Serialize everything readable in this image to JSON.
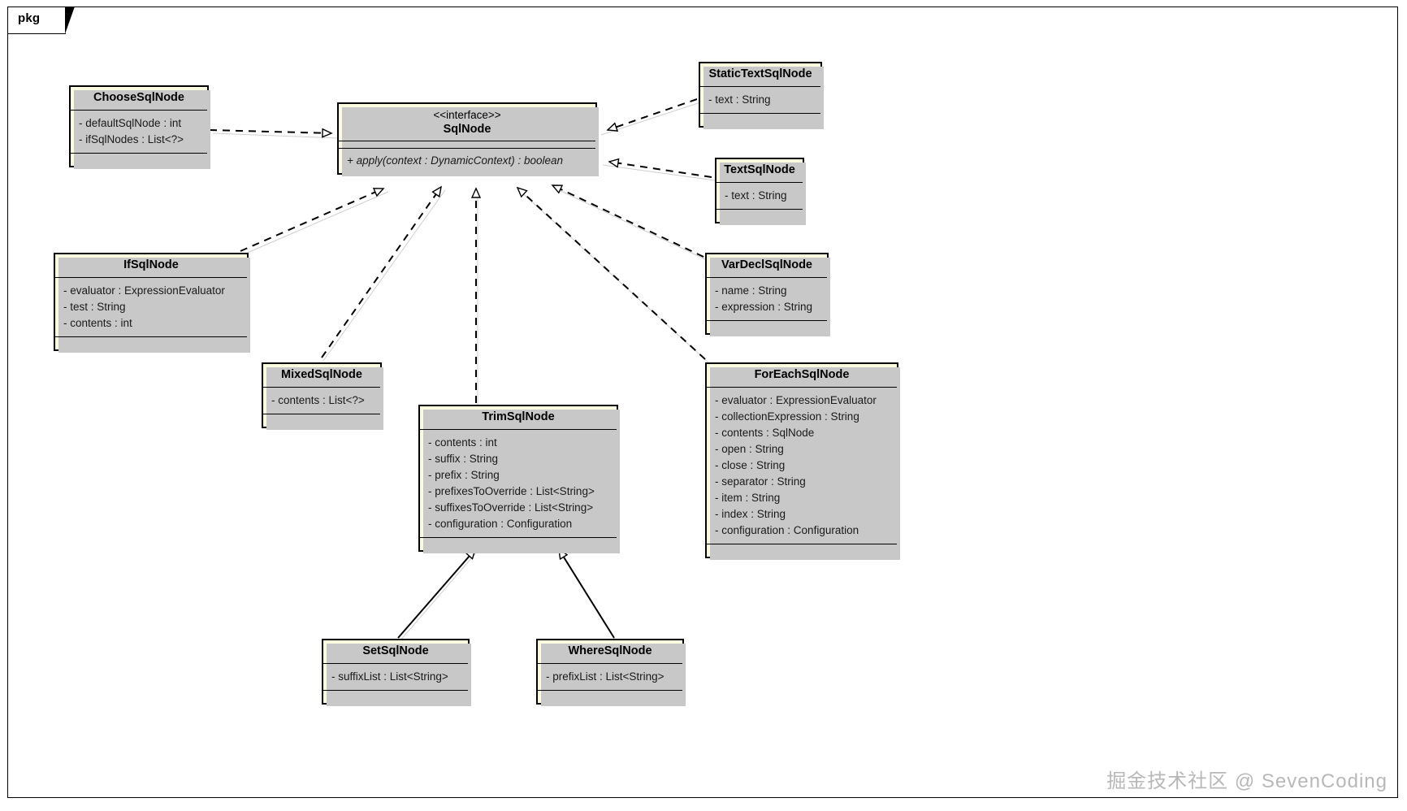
{
  "diagram": {
    "package_label": "pkg",
    "watermark": "掘金技术社区 @ SevenCoding",
    "colors": {
      "box_fill": "#fbfbdf",
      "box_border": "#000000",
      "shadow": "#c8c8c8",
      "background": "#ffffff",
      "watermark": "#b8b8b8"
    }
  },
  "classes": {
    "choose": {
      "name": "ChooseSqlNode",
      "attributes": [
        "- defaultSqlNode : int",
        "- ifSqlNodes : List<?>"
      ]
    },
    "sqlnode": {
      "stereotype": "<<interface>>",
      "name": "SqlNode",
      "attributes": [],
      "operations": [
        "+ apply(context : DynamicContext) : boolean"
      ]
    },
    "statictext": {
      "name": "StaticTextSqlNode",
      "attributes": [
        "- text : String"
      ]
    },
    "text": {
      "name": "TextSqlNode",
      "attributes": [
        "- text : String"
      ]
    },
    "ifnode": {
      "name": "IfSqlNode",
      "attributes": [
        "- evaluator : ExpressionEvaluator",
        "- test : String",
        "- contents : int"
      ]
    },
    "vardecl": {
      "name": "VarDeclSqlNode",
      "attributes": [
        "- name : String",
        "- expression : String"
      ]
    },
    "mixed": {
      "name": "MixedSqlNode",
      "attributes": [
        "- contents : List<?>"
      ]
    },
    "trim": {
      "name": "TrimSqlNode",
      "attributes": [
        "- contents : int",
        "- suffix : String",
        "- prefix : String",
        "- prefixesToOverride : List<String>",
        "- suffixesToOverride : List<String>",
        "- configuration : Configuration"
      ]
    },
    "foreach": {
      "name": "ForEachSqlNode",
      "attributes": [
        "- evaluator : ExpressionEvaluator",
        "- collectionExpression : String",
        "- contents : SqlNode",
        "- open : String",
        "- close : String",
        "- separator : String",
        "- item : String",
        "- index : String",
        "- configuration : Configuration"
      ]
    },
    "setnode": {
      "name": "SetSqlNode",
      "attributes": [
        "- suffixList : List<String>"
      ]
    },
    "wherenode": {
      "name": "WhereSqlNode",
      "attributes": [
        "- prefixList : List<String>"
      ]
    }
  },
  "relationships": [
    {
      "from": "ChooseSqlNode",
      "to": "SqlNode",
      "type": "realization"
    },
    {
      "from": "StaticTextSqlNode",
      "to": "SqlNode",
      "type": "realization"
    },
    {
      "from": "TextSqlNode",
      "to": "SqlNode",
      "type": "realization"
    },
    {
      "from": "IfSqlNode",
      "to": "SqlNode",
      "type": "realization"
    },
    {
      "from": "MixedSqlNode",
      "to": "SqlNode",
      "type": "realization"
    },
    {
      "from": "TrimSqlNode",
      "to": "SqlNode",
      "type": "realization"
    },
    {
      "from": "ForEachSqlNode",
      "to": "SqlNode",
      "type": "realization"
    },
    {
      "from": "VarDeclSqlNode",
      "to": "SqlNode",
      "type": "realization"
    },
    {
      "from": "SetSqlNode",
      "to": "TrimSqlNode",
      "type": "generalization"
    },
    {
      "from": "WhereSqlNode",
      "to": "TrimSqlNode",
      "type": "generalization"
    }
  ]
}
